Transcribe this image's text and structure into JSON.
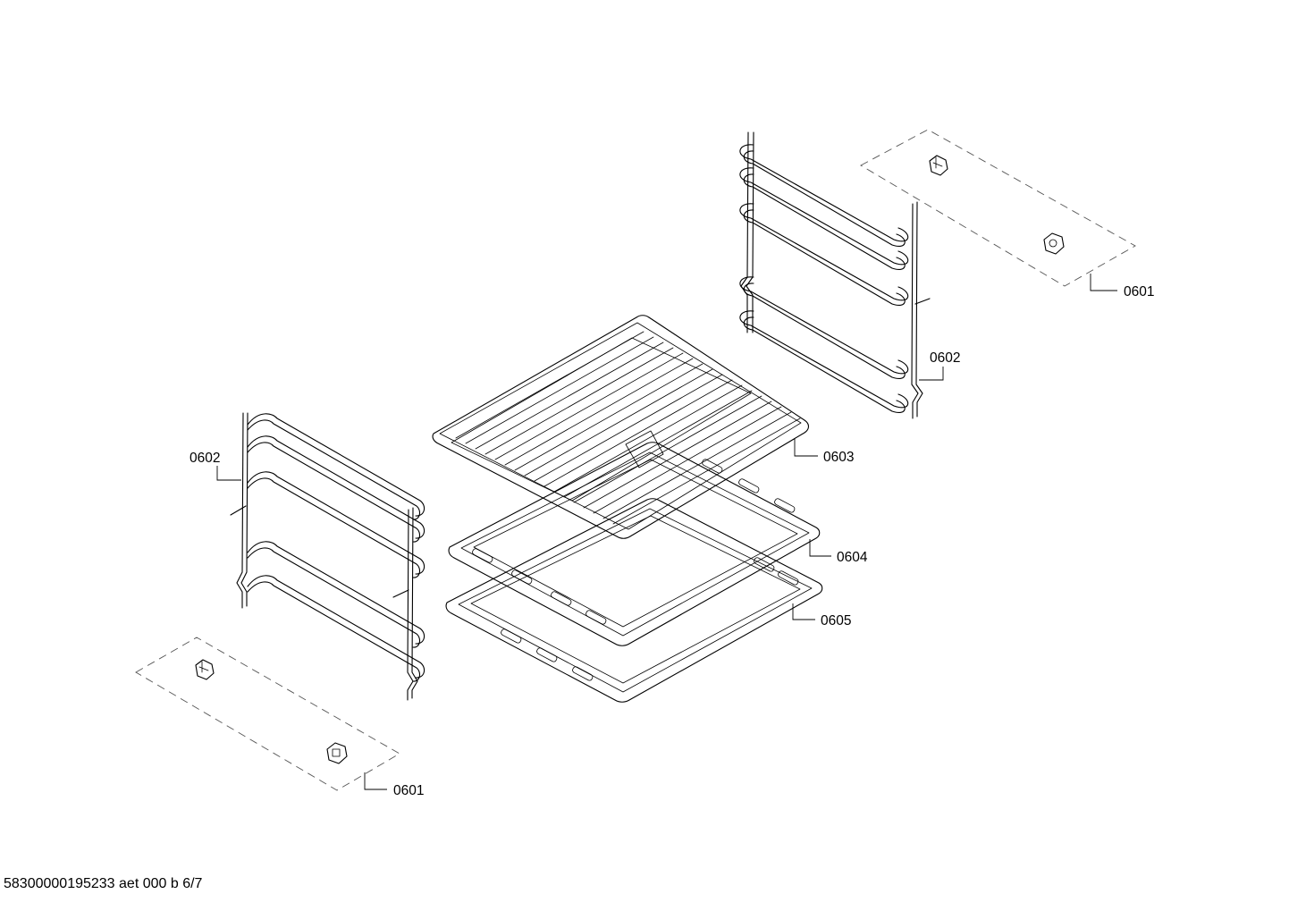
{
  "callouts": {
    "clip_top_right": "0601",
    "rail_right": "0602",
    "grid_shelf": "0603",
    "tray_upper": "0604",
    "tray_lower": "0605",
    "rail_left": "0602",
    "clip_bottom_left": "0601"
  },
  "footer": {
    "doc_ref": "58300000195233 aet 000 b 6/7"
  },
  "colors": {
    "line": "#000000",
    "dash": "#555555",
    "background": "#ffffff"
  }
}
